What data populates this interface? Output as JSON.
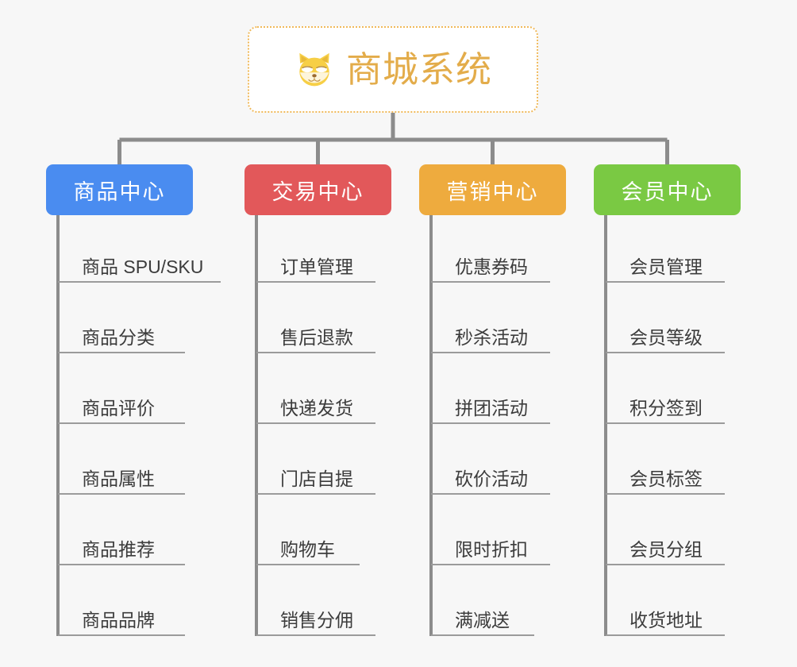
{
  "diagram": {
    "title": "商城系统",
    "type": "mindmap-org-chart",
    "background_color": "#f7f7f7",
    "root": {
      "label": "商城系统",
      "icon": "shiba-inu-dog-face-icon",
      "text_color": "#e3ac4a",
      "border_color": "#f0b95a",
      "fill_color": "#ffffff"
    },
    "connector_color": "#8c8c8c",
    "branches": [
      {
        "label": "商品中心",
        "color": "#4a8cf0",
        "items": [
          "商品 SPU/SKU",
          "商品分类",
          "商品评价",
          "商品属性",
          "商品推荐",
          "商品品牌"
        ]
      },
      {
        "label": "交易中心",
        "color": "#e2585a",
        "items": [
          "订单管理",
          "售后退款",
          "快递发货",
          "门店自提",
          "购物车",
          "销售分佣"
        ]
      },
      {
        "label": "营销中心",
        "color": "#eeab3e",
        "items": [
          "优惠券码",
          "秒杀活动",
          "拼团活动",
          "砍价活动",
          "限时折扣",
          "满减送"
        ]
      },
      {
        "label": "会员中心",
        "color": "#7ac943",
        "items": [
          "会员管理",
          "会员等级",
          "积分签到",
          "会员标签",
          "会员分组",
          "收货地址"
        ]
      }
    ]
  }
}
